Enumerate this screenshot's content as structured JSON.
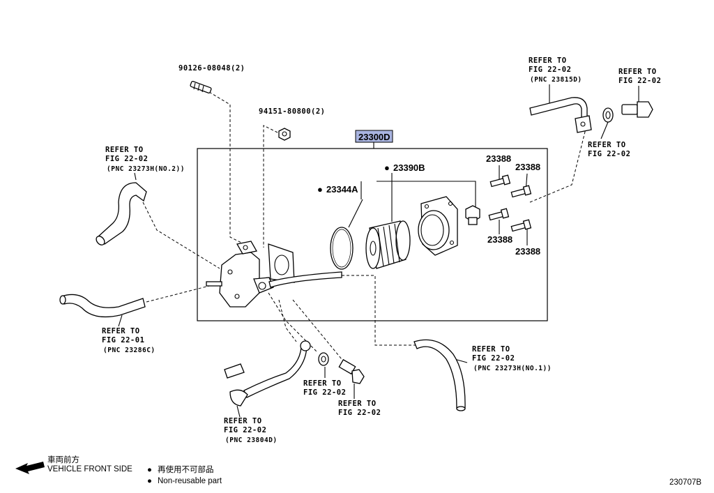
{
  "assembly": {
    "part_no": "23300D",
    "highlight": "#a9b4e0"
  },
  "parts": {
    "p1": "90126-08048(2)",
    "p2": "94151-80800(2)",
    "p3": "23390B",
    "p4": "23344A",
    "p5a": "23388",
    "p5b": "23388",
    "p5c": "23388",
    "p5d": "23388",
    "bullet": "●"
  },
  "refs": {
    "r1": [
      "REFER TO",
      "FIG 22-02",
      "(PNC 23815D)"
    ],
    "r2": [
      "REFER TO",
      "FIG 22-02"
    ],
    "r3": [
      "REFER TO",
      "FIG 22-02"
    ],
    "r4": [
      "REFER TO",
      "FIG 22-02",
      "(PNC 23273H(NO.2))"
    ],
    "r5": [
      "REFER TO",
      "FIG 22-01",
      "(PNC 23286C)"
    ],
    "r6": [
      "REFER TO",
      "FIG 22-02",
      "(PNC 23273H(NO.1))"
    ],
    "r7": [
      "REFER TO",
      "FIG 22-02"
    ],
    "r8": [
      "REFER TO",
      "FIG 22-02"
    ],
    "r9": [
      "REFER TO",
      "FIG 22-02",
      "(PNC 23804D)"
    ]
  },
  "legend": {
    "front_jp": "車両前方",
    "front_en": "VEHICLE FRONT SIDE",
    "nonreuse_jp": "再使用不可部品",
    "nonreuse_en": "Non-reusable part",
    "bullet": "●",
    "arrow_icon": "left-arrow-icon"
  },
  "figure_id": "230707B"
}
